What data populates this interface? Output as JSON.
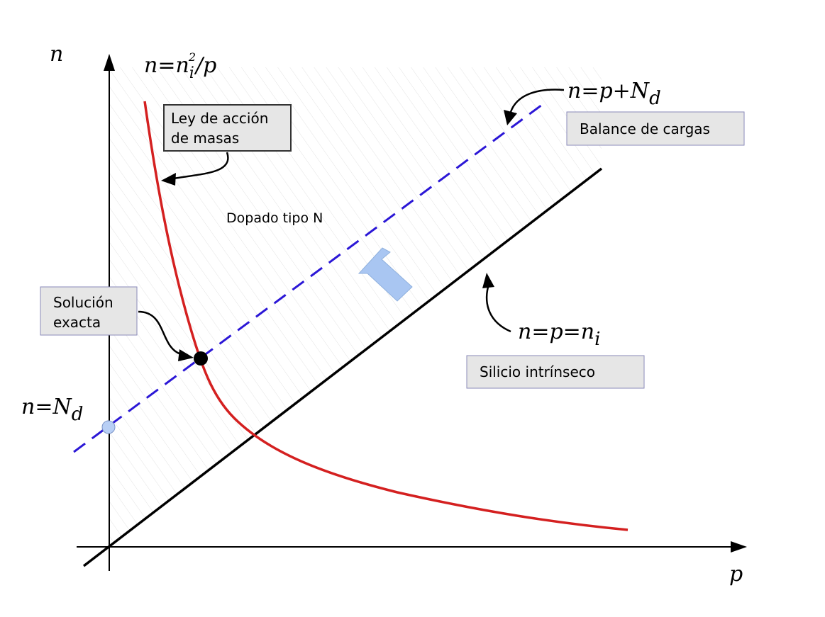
{
  "axes": {
    "x_label": "p",
    "y_label": "n"
  },
  "equations": {
    "mass_action": {
      "lhs": "n=n",
      "sub": "i",
      "sup": "2",
      "rhs": "/p"
    },
    "charge_balance": {
      "main": "n=p+N",
      "sub": "d"
    },
    "intrinsic": {
      "main": "n=p=n",
      "sub": "i"
    },
    "donor_level": {
      "main": "n=N",
      "sub": "d"
    }
  },
  "boxes": {
    "mass_action": [
      "Ley de acción",
      "de masas"
    ],
    "charge_balance": [
      "Balance de cargas"
    ],
    "intrinsic": [
      "Silicio intrínseco"
    ],
    "solution": [
      "Solución",
      "exacta"
    ]
  },
  "region_label": "Dopado tipo N",
  "colors": {
    "mass_action_curve": "#d42020",
    "charge_balance_line": "#2b17d6",
    "intrinsic_line": "#000000",
    "box_fill": "#e6e6e6",
    "box_border_dark": "#333333",
    "box_border_light": "#8a8ab8",
    "block_arrow": "#a9c6f2",
    "donor_point": "#b8cff5",
    "solution_point": "#000000",
    "hatch": "#e3e3e3"
  }
}
